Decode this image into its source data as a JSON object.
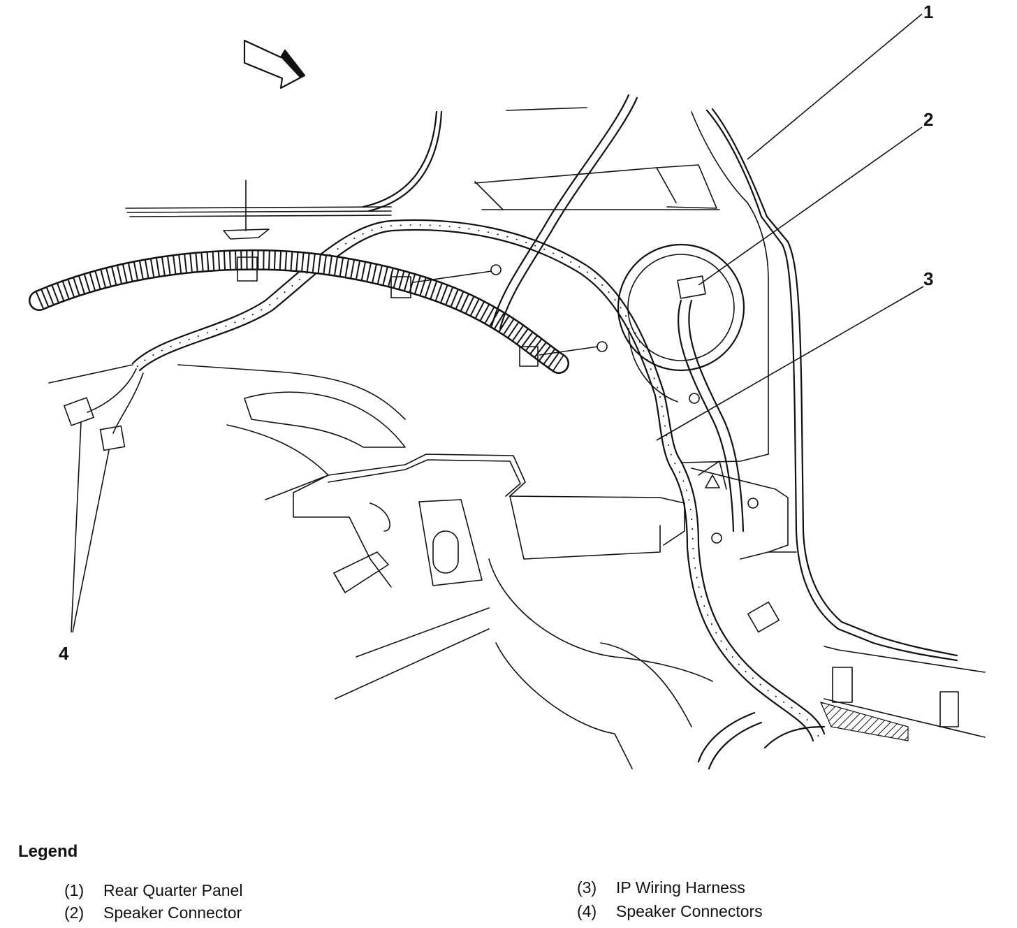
{
  "callouts": [
    {
      "id": "1",
      "label": "1"
    },
    {
      "id": "2",
      "label": "2"
    },
    {
      "id": "3",
      "label": "3"
    },
    {
      "id": "4",
      "label": "4"
    }
  ],
  "legend": {
    "title": "Legend",
    "items": [
      {
        "number": "(1)",
        "text": "Rear Quarter Panel"
      },
      {
        "number": "(2)",
        "text": "Speaker Connector"
      },
      {
        "number": "(3)",
        "text": "IP Wiring Harness"
      },
      {
        "number": "(4)",
        "text": "Speaker Connectors"
      }
    ]
  },
  "icons": {
    "direction_arrow": "direction-arrow-icon"
  }
}
